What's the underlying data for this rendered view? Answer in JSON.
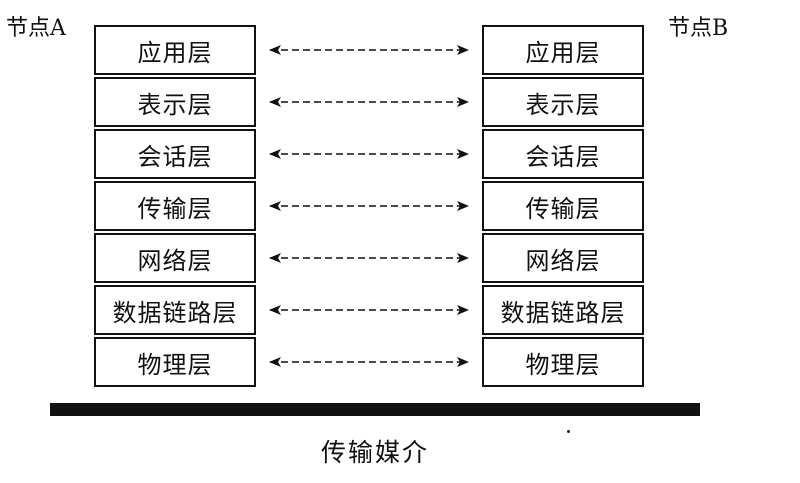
{
  "node_a": {
    "label": "节点A"
  },
  "node_b": {
    "label": "节点B"
  },
  "layers_a": [
    "应用层",
    "表示层",
    "会话层",
    "传输层",
    "网络层",
    "数据链路层",
    "物理层"
  ],
  "layers_b": [
    "应用层",
    "表示层",
    "会话层",
    "传输层",
    "网络层",
    "数据链路层",
    "物理层"
  ],
  "medium": {
    "label": "传输媒介"
  },
  "colors": {
    "line": "#111111",
    "background": "#ffffff"
  }
}
